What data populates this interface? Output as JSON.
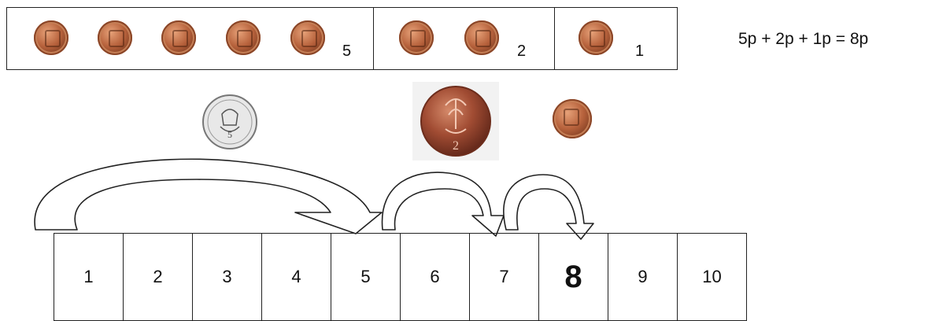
{
  "groups": [
    {
      "coins": 5,
      "count": "5"
    },
    {
      "coins": 2,
      "count": "2"
    },
    {
      "coins": 1,
      "count": "1"
    }
  ],
  "equation": "5p + 2p + 1p = 8p",
  "coin_labels": {
    "five": "5",
    "two": "2"
  },
  "number_line": [
    "1",
    "2",
    "3",
    "4",
    "5",
    "6",
    "7",
    "8",
    "9",
    "10"
  ],
  "highlight": "8",
  "icons": {
    "penny": "one-penny-coin-icon",
    "five": "five-pence-coin-icon",
    "two": "two-pence-coin-icon"
  }
}
